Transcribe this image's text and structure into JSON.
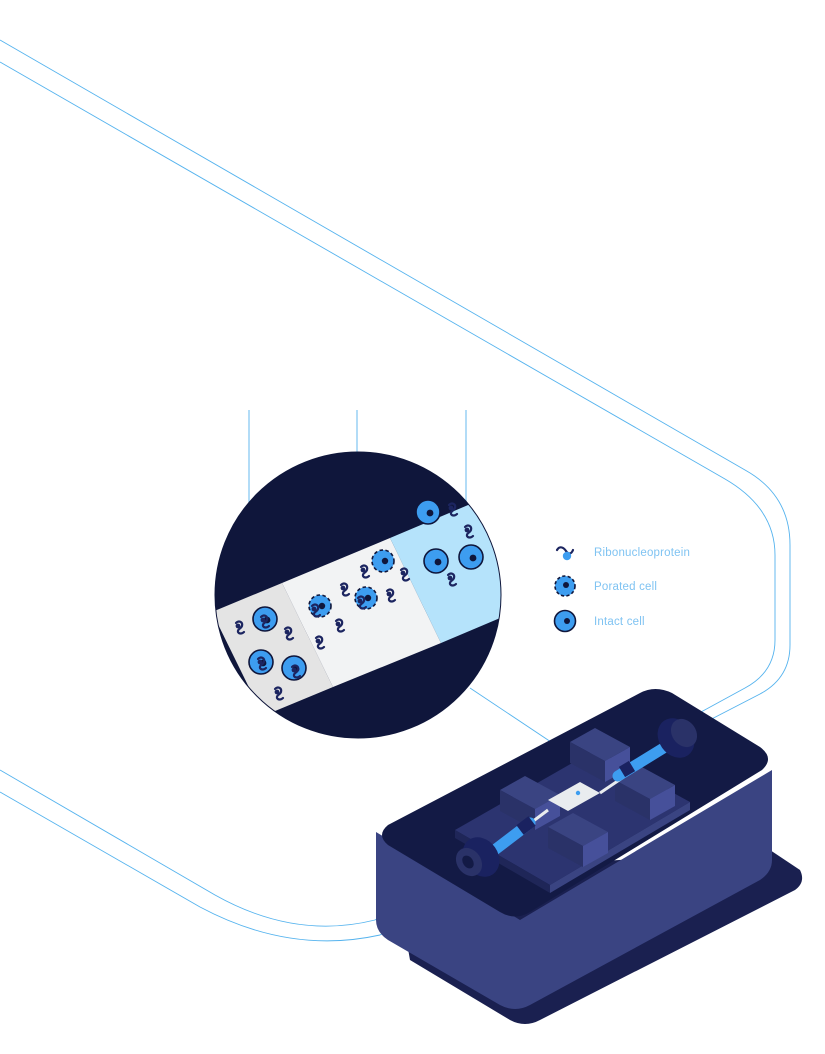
{
  "legend": {
    "items": [
      {
        "icon": "ribonucleoprotein-icon",
        "label": "Ribonucleoprotein"
      },
      {
        "icon": "porated-cell-icon",
        "label": "Porated cell"
      },
      {
        "icon": "intact-cell-icon",
        "label": "Intact cell"
      }
    ]
  },
  "colors": {
    "navy": "#0f163b",
    "device_top": "#131a45",
    "device_side": "#3a4482",
    "device_shadow": "#1a2050",
    "accent_blue": "#3d9df0",
    "light_blue": "#b5e3fb",
    "line_blue": "#55b3ee",
    "legend_text": "#7fc3f2",
    "grey_panel": "#e4e4e4",
    "pale_panel": "#f2f3f4"
  }
}
